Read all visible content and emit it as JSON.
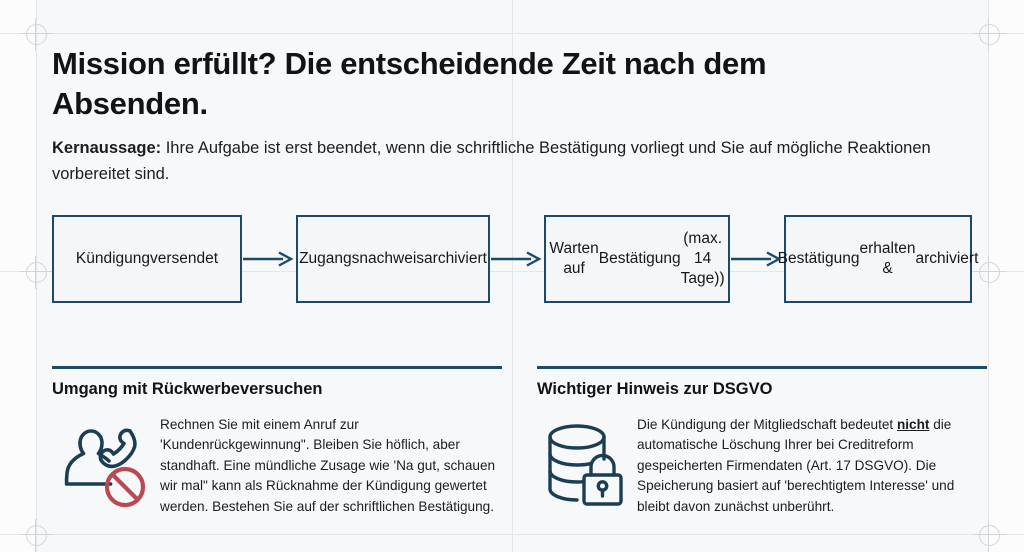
{
  "slide": {
    "headline": "Mission erfüllt? Die entscheidende Zeit nach dem Absenden.",
    "lede_label": "Kernaussage:",
    "lede_text": " Ihre Aufgabe ist erst beendet, wenn die schriftliche Bestätigung vorliegt und Sie auf mögliche Reaktionen vorbereitet sind.",
    "background_color": "#f7f8f9",
    "accent_color": "#1b4a6b",
    "warning_color": "#b94a54"
  },
  "flow": {
    "steps": [
      {
        "label": "Kündigung\nversendet"
      },
      {
        "label": "Zugangsnachweis\narchiviert"
      },
      {
        "label": "Warten auf\nBestätigung\n(max. 14 Tage))"
      },
      {
        "label": "Bestätigung\nerhalten &\narchiviert"
      }
    ],
    "arrow_icon": "arrow-right-icon",
    "box_border_color": "#1b4a6b",
    "box_fill_color": "#f4f6f8"
  },
  "panels": [
    {
      "title": "Umgang mit Rückwerbeversuchen",
      "icon": "person-phone-blocked-icon",
      "body": "Rechnen Sie mit einem Anruf zur 'Kundenrückgewinnung\". Bleiben Sie höflich, aber standhaft. Eine mündliche Zusage wie 'Na gut, schauen wir mal\" kann als Rücknahme der Kündigung gewertet werden. Bestehen Sie auf der schriftlichen Bestätigung."
    },
    {
      "title": "Wichtiger Hinweis zur DSGVO",
      "icon": "database-lock-icon",
      "body_part_1": "Die Kündigung der Mitgliedschaft bedeutet ",
      "body_emphasis": "nicht",
      "body_part_2": " die automatische Löschung Ihrer bei Creditreform gespeicherten Firmendaten (Art. 17 DSGVO). Die Speicherung basiert auf 'berechtigtem Interesse' und bleibt davon zunächst unberührt."
    }
  ]
}
